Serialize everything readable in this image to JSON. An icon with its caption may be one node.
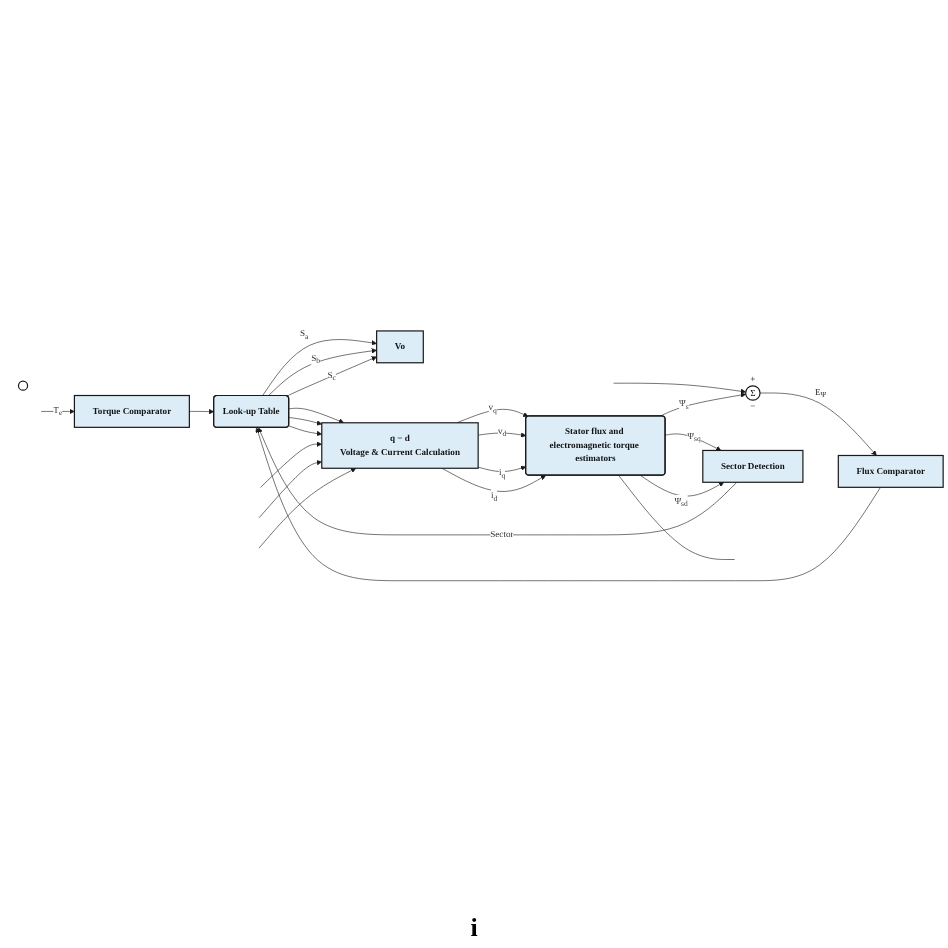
{
  "diagram": {
    "nodes": [
      {
        "text": [
          "Torque Comparator"
        ]
      },
      {
        "text": [
          "Look-up Table"
        ]
      },
      {
        "text": [
          "Flux Comparator"
        ]
      },
      {
        "text": [
          "+",
          "Σ",
          "−"
        ]
      },
      {
        "text": [
          "Vo"
        ]
      },
      {
        "text": [
          "Sector Detection"
        ]
      },
      {
        "text": [
          "q − d",
          "Voltage & Current Calculation"
        ]
      },
      {
        "text": [
          "Stator flux and electromagnetic torque estimators"
        ]
      },
      {
        "text": [],
        "shape": "circle"
      }
    ],
    "edges": [
      {
        "from": null,
        "to": 0,
        "arrow": "to",
        "label": "T$_{e}$"
      },
      {
        "from": 0,
        "to": 1,
        "arrow": "to"
      },
      {
        "from": null,
        "to": 3,
        "arrow": "to"
      },
      {
        "from": 3,
        "to": 2,
        "arrow": "to",
        "label": "E$_{Ψ}$"
      },
      {
        "from": 2,
        "to": 1,
        "arrow": "to"
      },
      {
        "from": 1,
        "to": 4,
        "arrow": "to",
        "label": "S$_{a}$"
      },
      {
        "from": 1,
        "to": 4,
        "arrow": "to",
        "label": "S$_{b}$"
      },
      {
        "from": 1,
        "to": 4,
        "arrow": "to",
        "label": "S$_{c}$"
      },
      {
        "from": 1,
        "to": 6,
        "arrow": "to"
      },
      {
        "from": 1,
        "to": 6,
        "arrow": "to"
      },
      {
        "from": 1,
        "to": 6,
        "arrow": "to"
      },
      {
        "from": 5,
        "to": 1,
        "arrow": "to",
        "label": "Sector"
      },
      {
        "from": 7,
        "to": 5,
        "arrow": "to",
        "label": "Ψ$_{sq}$"
      },
      {
        "from": 7,
        "to": 5,
        "arrow": "to",
        "label": "Ψ$_{sd}$"
      },
      {
        "from": 7,
        "to": 3,
        "arrow": "to",
        "label": "Ψ$_{s}$"
      },
      {
        "from": 6,
        "to": 7,
        "arrow": "to",
        "label": "v$_{q}$"
      },
      {
        "from": 6,
        "to": 7,
        "arrow": "to",
        "label": "v$_{d}$"
      },
      {
        "from": 6,
        "to": 7,
        "arrow": "to",
        "label": "i$_{q}$"
      },
      {
        "from": 6,
        "to": 7,
        "arrow": "to",
        "label": "i$_{d}$"
      },
      {
        "from": null,
        "to": 6,
        "arrow": "to"
      },
      {
        "from": null,
        "to": 6,
        "arrow": "to"
      },
      {
        "from": null,
        "to": 6,
        "arrow": "to"
      },
      {
        "from": 7,
        "to": null,
        "arrow": "none"
      }
    ],
    "labels": [
      "i"
    ]
  }
}
